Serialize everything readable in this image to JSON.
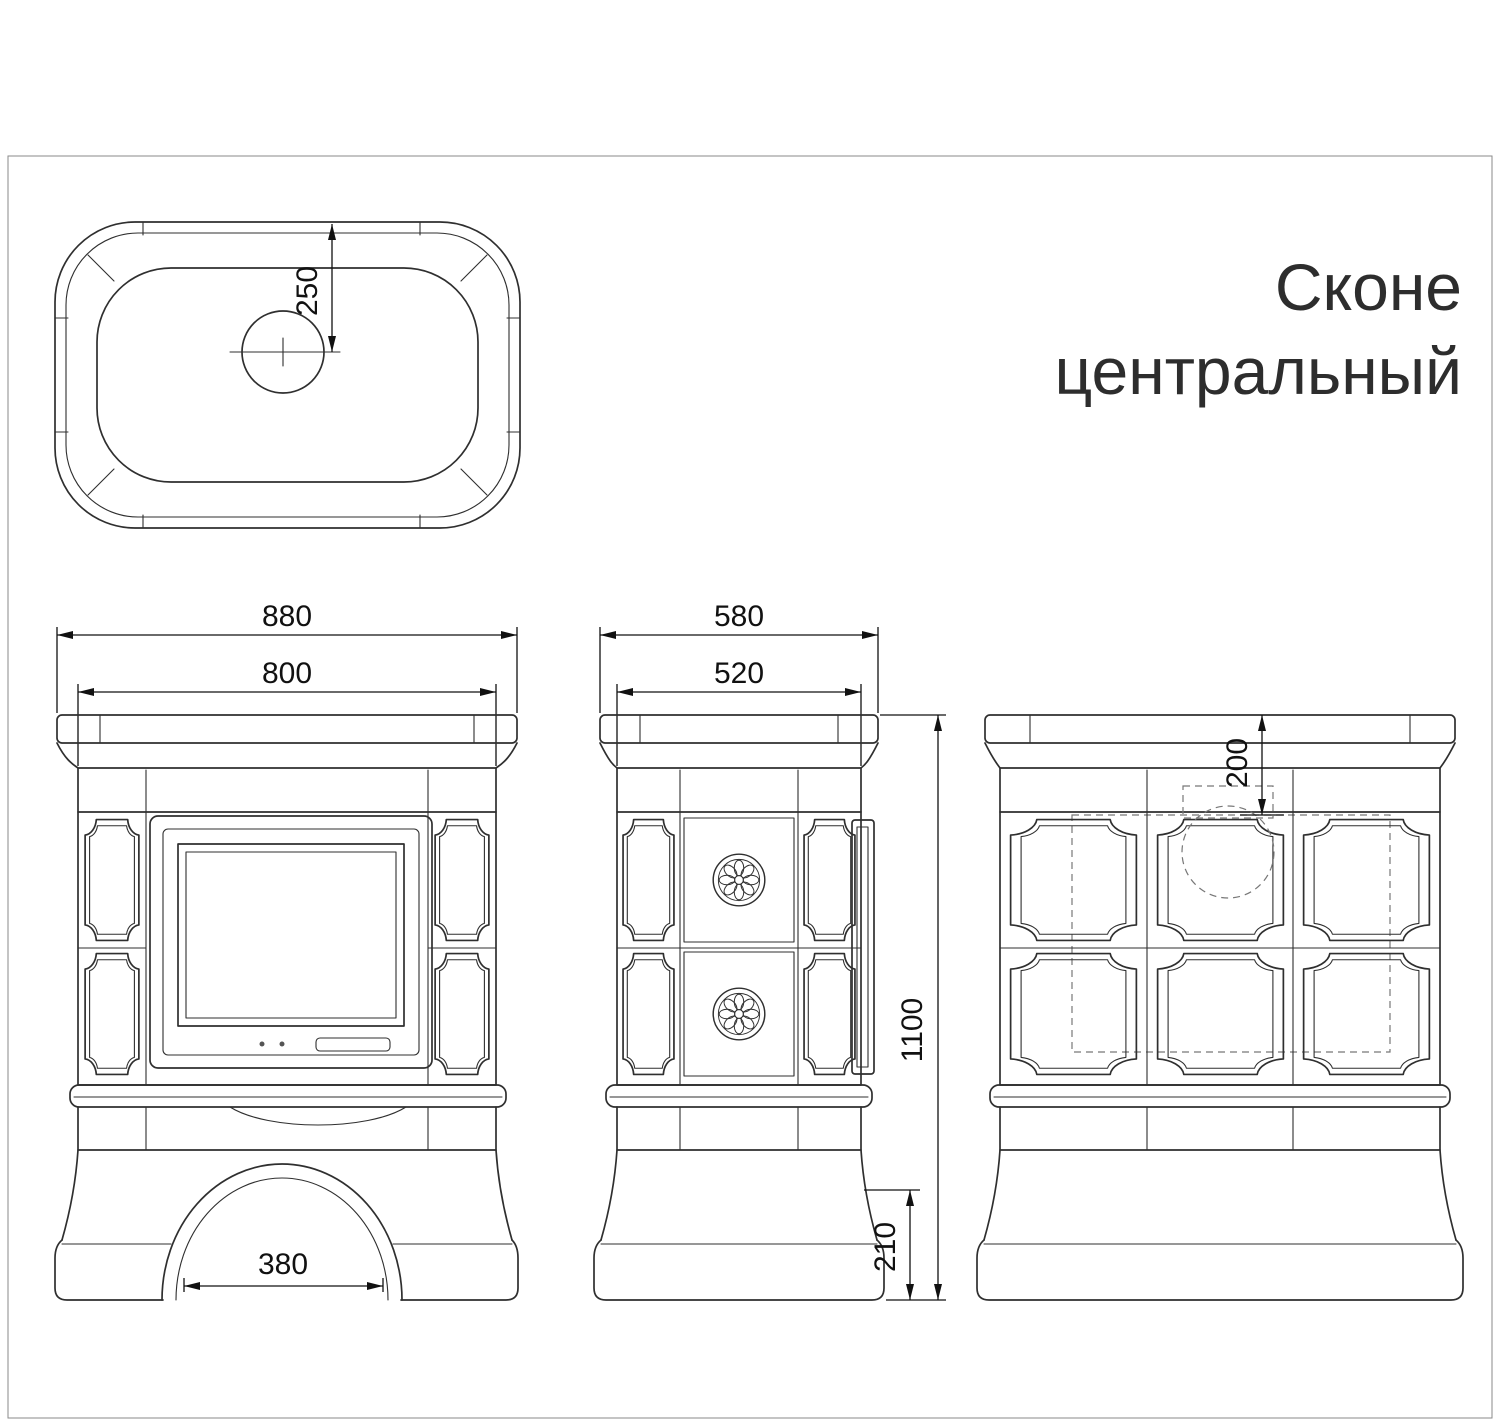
{
  "title": {
    "line1": "Сконе",
    "line2": "центральный"
  },
  "dimensions": {
    "flue_offset_top": "250",
    "front_overall_width": "880",
    "front_body_width": "800",
    "arch_width": "380",
    "side_overall_depth": "580",
    "side_body_depth": "520",
    "overall_height": "1100",
    "base_height": "210",
    "back_flue_offset": "200"
  },
  "colors": {
    "line": "#2f2f2f",
    "dimension": "#111111",
    "shade_fill": "#d3d3d3",
    "door_frame_fill": "#cdcdcd",
    "door_inner_fill": "#bfbfbf",
    "glass_fill": "#f7f7f7",
    "handle_fill": "#8f8f8f"
  }
}
